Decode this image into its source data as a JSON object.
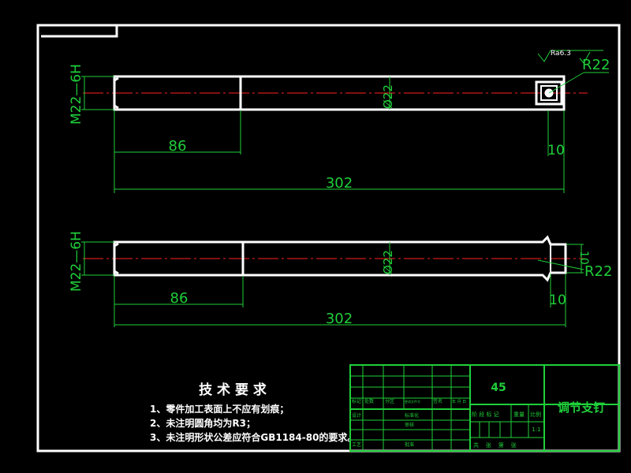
{
  "colors": {
    "background": "#000000",
    "outline": "#ffffff",
    "centerline": "#ff2020",
    "dimension": "#1fcf3a",
    "title_block": "#1fcf3a",
    "notes": "#ffffff"
  },
  "view_top": {
    "thread_label": "M22—6H",
    "diameter_label": "Ø22",
    "dim_thread_length": "86",
    "dim_total_length": "302",
    "dim_end": "10",
    "radius_label": "R22",
    "roughness_label": "Ra6.3"
  },
  "view_bottom": {
    "thread_label": "M22—6H",
    "diameter_label": "Ø22",
    "dim_thread_length": "86",
    "dim_total_length": "302",
    "dim_end": "10",
    "dim_slot": "10",
    "radius_label": "R22"
  },
  "notes": {
    "title": "技 术 要 求",
    "items": [
      "1、零件加工表面上不应有划痕；",
      "2、未注明圆角均为R3；",
      "3、未注明形状公差应符合GB1184-80的要求。"
    ]
  },
  "title_block": {
    "material": "45",
    "part_name": "调节支钉",
    "scale": "1:1",
    "headers": [
      "标记",
      "处数",
      "分区",
      "更改文件号",
      "签名",
      "年 月 日"
    ],
    "rows": [
      "设计",
      "标准化",
      "审核",
      "批准",
      "工艺"
    ],
    "stage_headers": [
      "阶 段 标 记",
      "重量",
      "比例"
    ],
    "sheet_text": "共    张    第    张"
  }
}
